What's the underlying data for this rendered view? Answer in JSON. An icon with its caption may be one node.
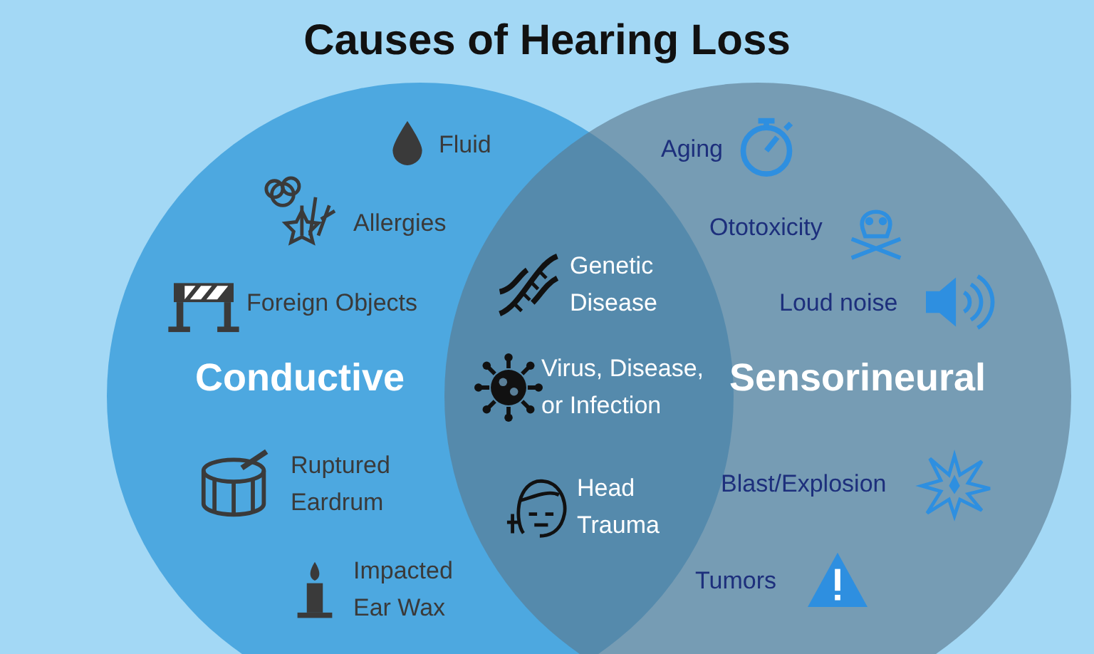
{
  "diagram": {
    "title": "Causes of Hearing Loss",
    "nodes": [
      {
        "text": [
          "Conductive"
        ]
      },
      {
        "text": [
          "Sensorineural"
        ]
      }
    ],
    "labels": [
      "Fluid",
      "Allergies",
      "Foreign Objects",
      "Ruptured Eardrum",
      "Impacted Ear Wax",
      "Genetic Disease",
      "Virus, Disease, or Infection",
      "Head Trauma",
      "Aging",
      "Ototoxicity",
      "Loud noise",
      "Blast/Explosion",
      "Tumors"
    ]
  }
}
